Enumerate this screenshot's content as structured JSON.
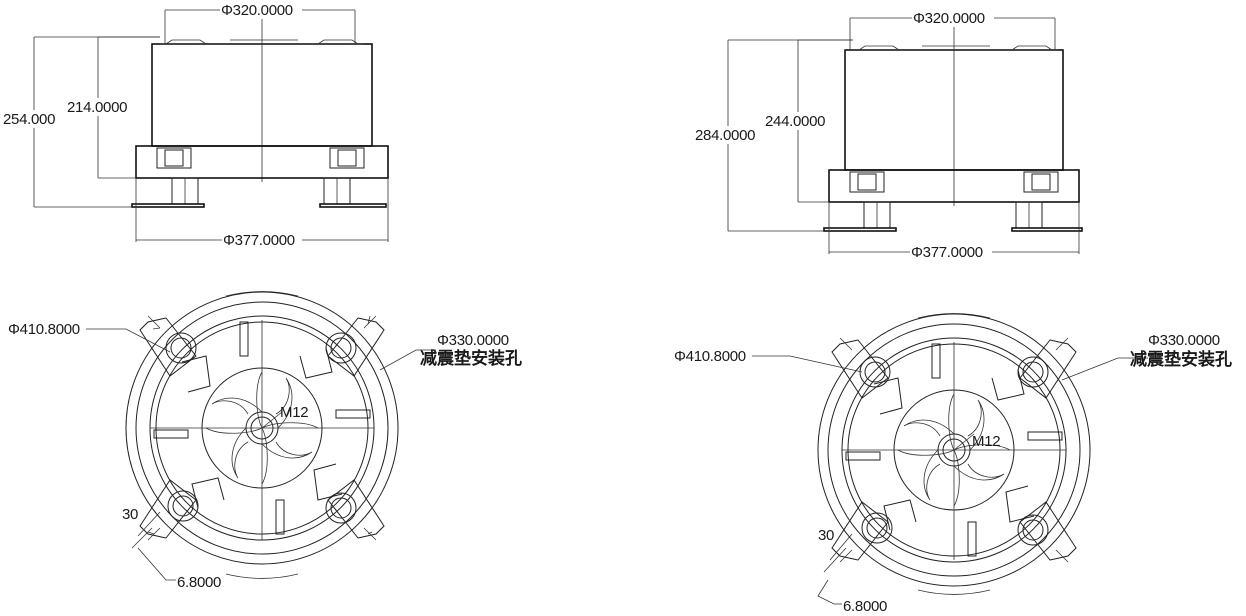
{
  "views": {
    "left_side": {
      "top_diameter": "Φ320.0000",
      "base_diameter": "Φ377.0000",
      "overall_height": "254.000",
      "body_height": "214.0000"
    },
    "right_side": {
      "top_diameter": "Φ320.0000",
      "base_diameter": "Φ377.0000",
      "overall_height": "284.0000",
      "body_height": "244.0000"
    },
    "left_plan": {
      "outer_diameter": "Φ410.8000",
      "pad_circle_diameter": "Φ330.0000",
      "pad_note": "减震垫安装孔",
      "center_thread": "M12",
      "angle": "30",
      "slot_width": "6.8000"
    },
    "right_plan": {
      "outer_diameter": "Φ410.8000",
      "pad_circle_diameter": "Φ330.0000",
      "pad_note": "减震垫安装孔",
      "center_thread": "M12",
      "angle": "30",
      "slot_width": "6.8000"
    }
  }
}
